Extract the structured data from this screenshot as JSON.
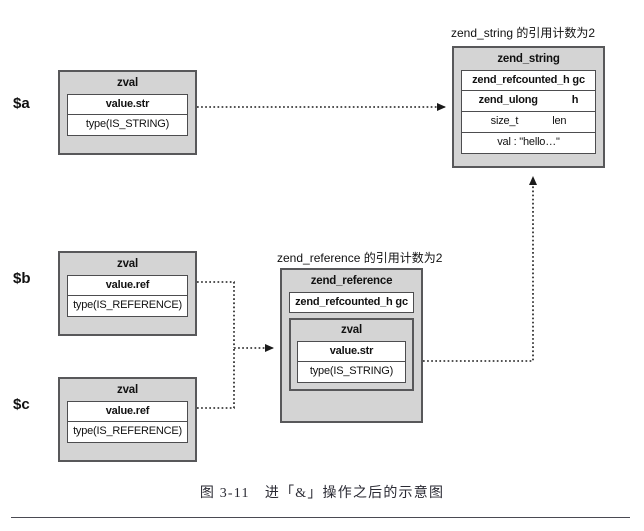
{
  "diagram": {
    "caption": "图 3-11　进「&」操作之后的示意图",
    "annotations": {
      "zend_string_note": "zend_string 的引用计数为2",
      "zend_reference_note": "zend_reference 的引用计数为2"
    },
    "variables": [
      {
        "name": "var-a",
        "label": "$a"
      },
      {
        "name": "var-b",
        "label": "$b"
      },
      {
        "name": "var-c",
        "label": "$c"
      }
    ],
    "boxes": {
      "zval_a": {
        "title": "zval",
        "fields": [
          {
            "text": "value.str",
            "bold": true
          },
          {
            "text": "type(IS_STRING)",
            "bold": false
          }
        ]
      },
      "zval_b": {
        "title": "zval",
        "fields": [
          {
            "text": "value.ref",
            "bold": true
          },
          {
            "text": "type(IS_REFERENCE)",
            "bold": false
          }
        ]
      },
      "zval_c": {
        "title": "zval",
        "fields": [
          {
            "text": "value.ref",
            "bold": true
          },
          {
            "text": "type(IS_REFERENCE)",
            "bold": false
          }
        ]
      },
      "zend_string": {
        "title": "zend_string",
        "fields": [
          {
            "text": "zend_refcounted_h gc",
            "bold": true,
            "left": "",
            "right": ""
          },
          {
            "text": "",
            "bold": true,
            "left": "zend_ulong",
            "right": "h"
          },
          {
            "text": "",
            "bold": false,
            "left": "size_t",
            "right": "len"
          },
          {
            "text": "val : \"hello…\"",
            "bold": false,
            "left": "",
            "right": ""
          }
        ]
      },
      "zend_reference": {
        "title": "zend_reference",
        "gc_field": {
          "text": "zend_refcounted_h gc",
          "bold": true
        },
        "inner_zval": {
          "title": "zval",
          "fields": [
            {
              "text": "value.str",
              "bold": true
            },
            {
              "text": "type(IS_STRING)",
              "bold": false
            }
          ]
        }
      }
    },
    "colors": {
      "box_fill": "#d4d4d4",
      "box_border": "#58585a",
      "field_fill": "#ffffff",
      "field_border": "#4d4d4f",
      "connector": "#1a1a1a",
      "page_background": "#ffffff"
    },
    "connectors": [
      {
        "name": "a-to-zend-string",
        "from": "zval_a.value.str",
        "to": "zend_string",
        "style": "dotted",
        "arrow": "right"
      },
      {
        "name": "b-to-zend-reference",
        "from": "zval_b.value.ref",
        "to": "zend_reference",
        "style": "dotted",
        "arrow": "right"
      },
      {
        "name": "c-to-zend-reference",
        "from": "zval_c.value.ref",
        "to": "zend_reference",
        "style": "dotted",
        "arrow": "right"
      },
      {
        "name": "reference-to-zend-string",
        "from": "zend_reference.zval.value.str",
        "to": "zend_string",
        "style": "dotted",
        "arrow": "up"
      }
    ]
  }
}
